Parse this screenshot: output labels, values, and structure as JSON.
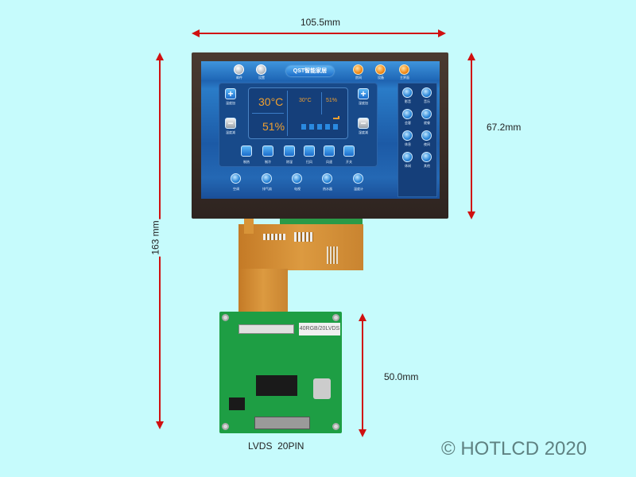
{
  "dimensions": {
    "width": "105.5mm",
    "height": "67.2mm",
    "total_height": "163 mm",
    "board_height": "50.0mm"
  },
  "board_label": "LVDS  20PIN",
  "sticker": "40RGB/20LVDS",
  "copyright": "© HOTLCD 2020",
  "colors": {
    "background": "#c6fbfc",
    "dimension_arrow": "#d01010",
    "pcb": "#1e9e44",
    "fpc": "#d08a30"
  },
  "screen": {
    "logo": "QST智能家居",
    "top_icons": [
      {
        "label": "邮件",
        "icon": "mail-icon"
      },
      {
        "label": "设置",
        "icon": "settings-icon"
      },
      {
        "label": "房间",
        "icon": "room-icon"
      },
      {
        "label": "设备",
        "icon": "device-icon"
      },
      {
        "label": "主界面",
        "icon": "home-icon"
      }
    ],
    "temperature": "30°C",
    "humidity": "51%",
    "temperature_small": "30°C",
    "humidity_small": "51%",
    "left_buttons": [
      {
        "label": "温度加"
      },
      {
        "label": "温度减"
      }
    ],
    "right_buttons": [
      {
        "label": "湿度加"
      },
      {
        "label": "湿度减"
      }
    ],
    "modes": [
      {
        "label": "制热",
        "icon": "sun-icon"
      },
      {
        "label": "制冷",
        "icon": "snowflake-icon"
      },
      {
        "label": "除湿",
        "icon": "drop-icon"
      },
      {
        "label": "扫风",
        "icon": "fan-icon"
      },
      {
        "label": "风速",
        "icon": "wind-icon"
      },
      {
        "label": "开关",
        "icon": "power-icon"
      }
    ],
    "bottom": [
      {
        "label": "空调",
        "icon": "ac-icon"
      },
      {
        "label": "排气扇",
        "icon": "exhaust-fan-icon"
      },
      {
        "label": "电视",
        "icon": "tv-icon"
      },
      {
        "label": "热水器",
        "icon": "water-heater-icon"
      },
      {
        "label": "温度计",
        "icon": "thermometer-icon"
      }
    ],
    "side": [
      {
        "label": "影音",
        "icon": "film-icon"
      },
      {
        "label": "音乐",
        "icon": "music-icon"
      },
      {
        "label": "会客",
        "icon": "guest-icon"
      },
      {
        "label": "就餐",
        "icon": "dining-icon"
      },
      {
        "label": "休息",
        "icon": "bed-icon"
      },
      {
        "label": "夜间",
        "icon": "moon-icon"
      },
      {
        "label": "休闲",
        "icon": "leisure-icon"
      },
      {
        "label": "其他",
        "icon": "plus-icon"
      }
    ]
  }
}
